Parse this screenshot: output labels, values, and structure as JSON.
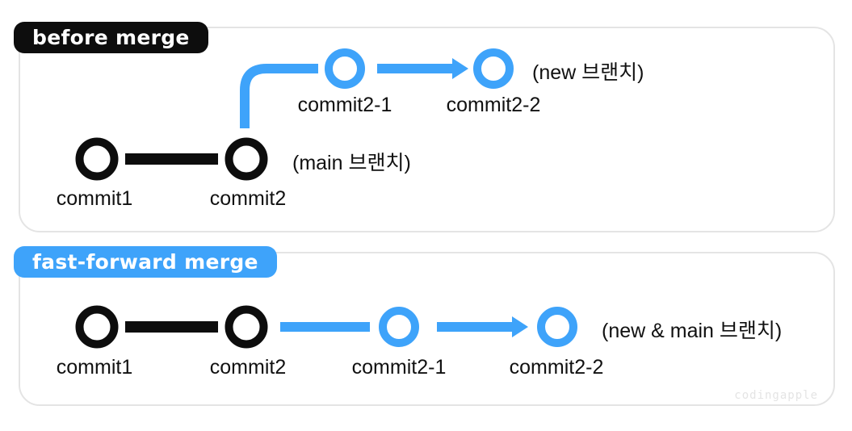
{
  "colors": {
    "accent_blue": "#3ea3fa",
    "node_black": "#0d0d0d",
    "panel_border": "#e4e4e4",
    "watermark_gray": "#e4e4e4"
  },
  "before_merge": {
    "badge_label": "before merge",
    "commit1_label": "commit1",
    "commit2_label": "commit2",
    "commit2_1_label": "commit2-1",
    "commit2_2_label": "commit2-2",
    "main_branch_label": "(main 브랜치)",
    "new_branch_label": "(new 브랜치)"
  },
  "fast_forward_merge": {
    "badge_label": "fast-forward merge",
    "commit1_label": "commit1",
    "commit2_label": "commit2",
    "commit2_1_label": "commit2-1",
    "commit2_2_label": "commit2-2",
    "merged_branch_label": "(new & main 브랜치)"
  },
  "watermark": "codingapple"
}
